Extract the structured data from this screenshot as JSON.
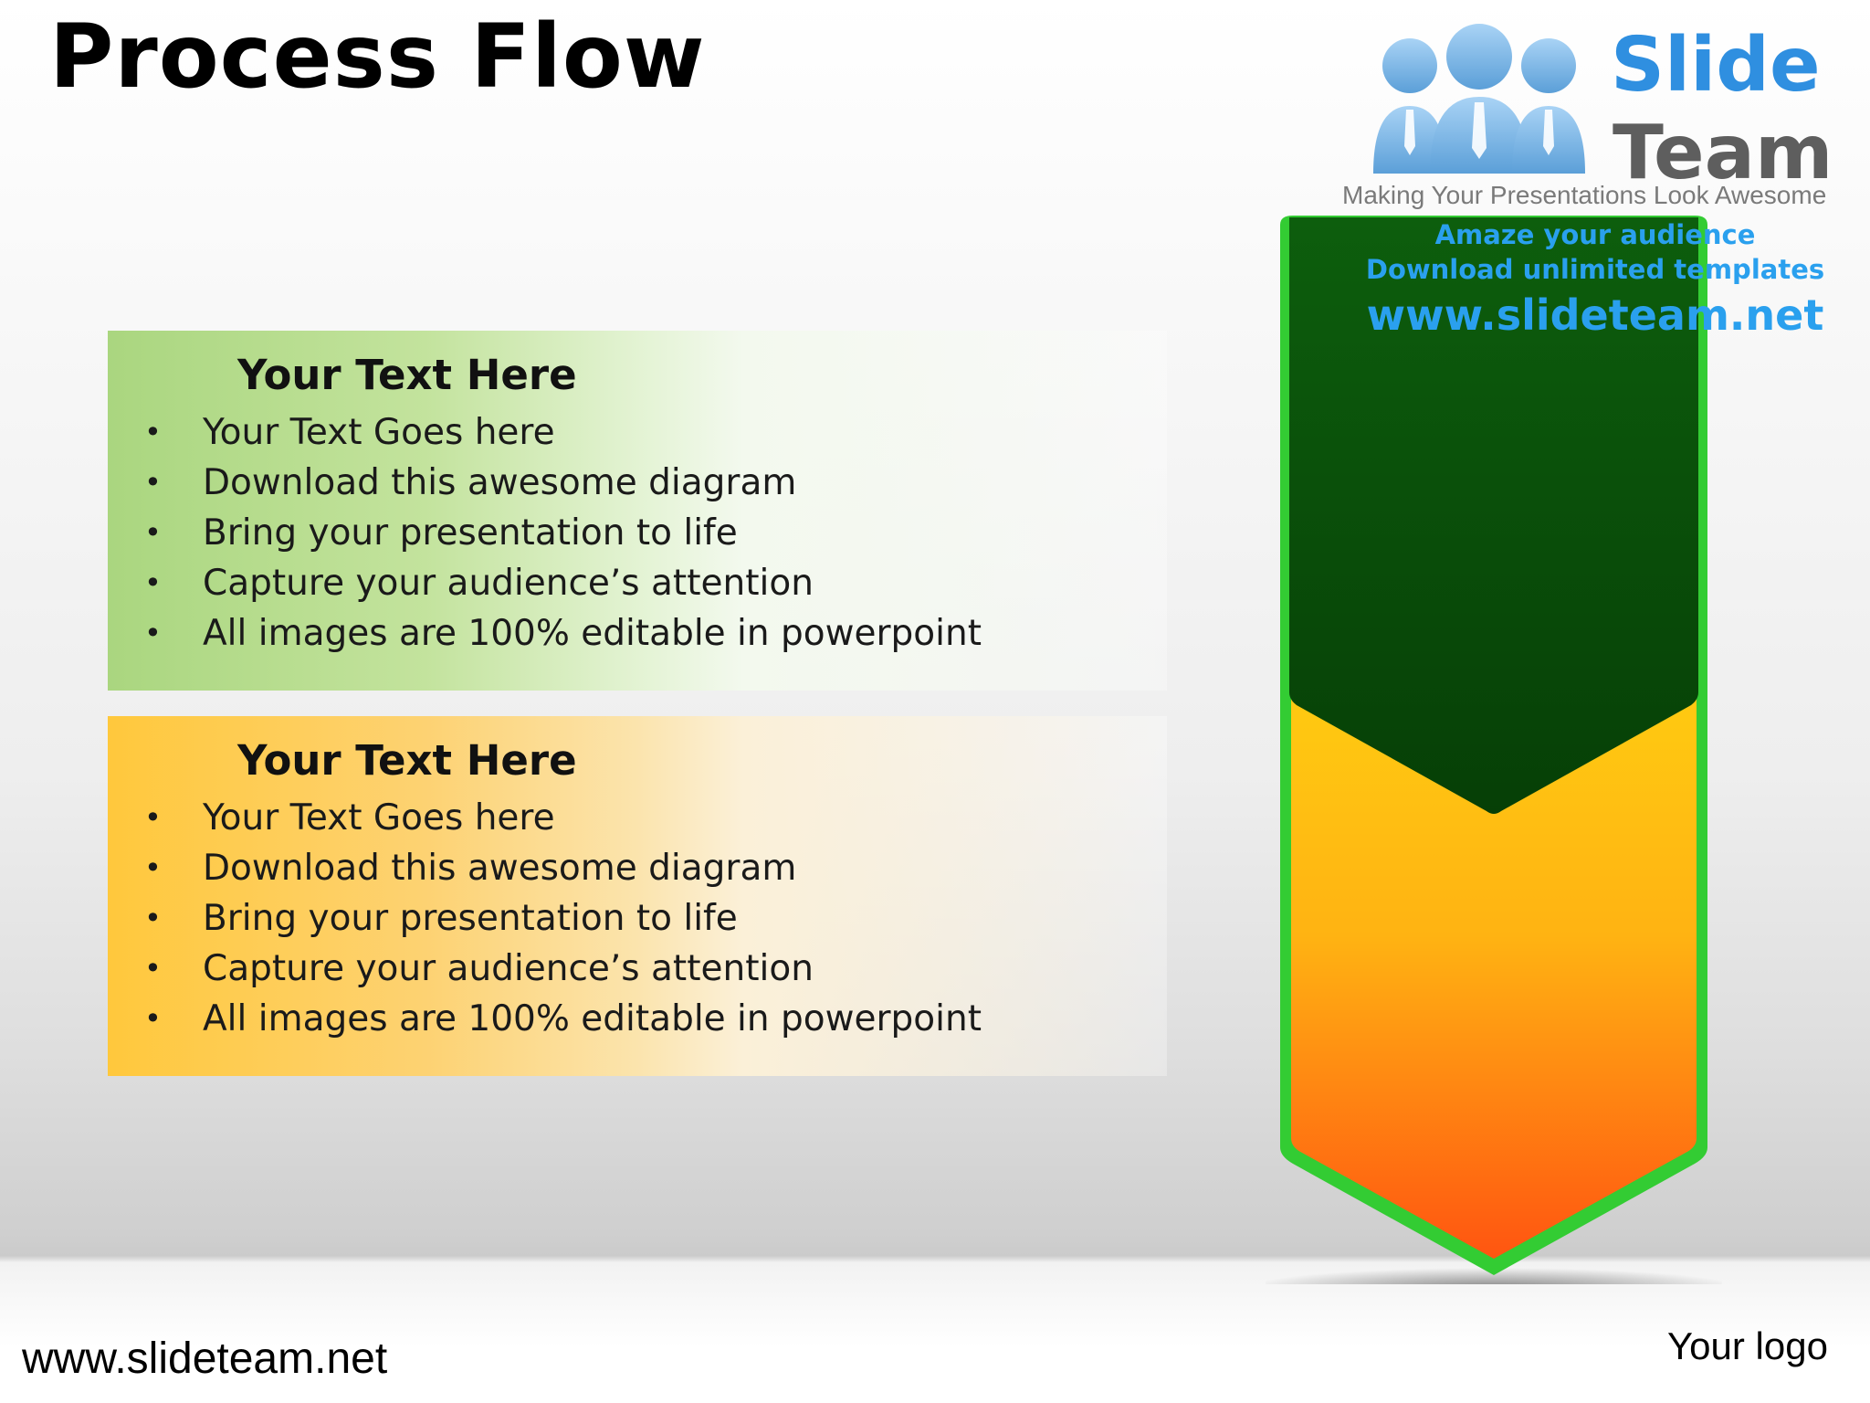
{
  "slide": {
    "title": "Process Flow"
  },
  "brand_logo": {
    "name_line1": "Slide",
    "name_line2": "Team",
    "tagline": "Making Your Presentations Look Awesome"
  },
  "watermark": {
    "line1": "Amaze your audience",
    "line2": "Download unlimited templates",
    "line3": "www.slideteam.net"
  },
  "panels": [
    {
      "heading": "Your Text Here",
      "color": "#aad67f",
      "bullets": [
        "Your Text Goes here",
        "Download this awesome diagram",
        "Bring your presentation to life",
        "Capture your audience’s attention",
        "All images are 100% editable in powerpoint"
      ]
    },
    {
      "heading": "Your Text Here",
      "color": "#ffc83c",
      "bullets": [
        "Your Text Goes here",
        "Download this awesome diagram",
        "Bring your presentation to life",
        "Capture your audience’s attention",
        "All images are 100% editable in powerpoint"
      ]
    }
  ],
  "arrow_colors": {
    "outline": "#33cc33",
    "top_segment": "#0b5a0b",
    "bottom_segment_top": "#ffcc11",
    "bottom_segment_bottom": "#ff5511"
  },
  "footer": {
    "url": "www.slideteam.net",
    "logo_placeholder": "Your logo"
  }
}
